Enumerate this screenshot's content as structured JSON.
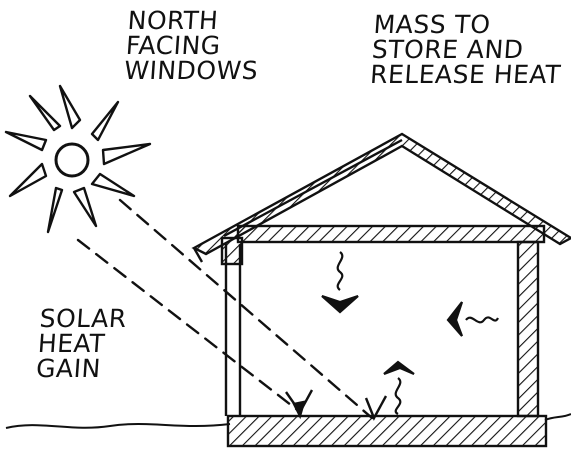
{
  "labels": {
    "north_windows": [
      "NORTH",
      "FACING",
      "WINDOWS"
    ],
    "mass": [
      "MASS TO",
      "STORE AND",
      "RELEASE HEAT"
    ],
    "solar_gain": [
      "SOLAR",
      "HEAT",
      "GAIN"
    ]
  },
  "colors": {
    "ink": "#111111",
    "paper": "#ffffff"
  },
  "icons": [
    "sun-icon",
    "heat-rise-icon",
    "heat-radiate-icon"
  ]
}
